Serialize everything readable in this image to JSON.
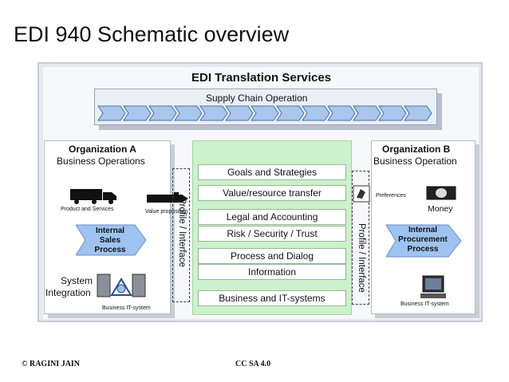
{
  "slide": {
    "title": "EDI 940 Schematic overview",
    "footer_left": "© RAGINI JAIN",
    "footer_center": "CC SA 4.0"
  },
  "diagram": {
    "title": "EDI Translation Services",
    "supply_chain_label": "Supply Chain Operation",
    "org_a": {
      "title": "Organization A",
      "subtitle": "Business Operations",
      "product_label": "Product and Services",
      "value_label": "Value proposition",
      "process_line1": "Internal",
      "process_line2": "Sales",
      "process_line3": "Process",
      "system_line1": "System",
      "system_line2": "Integration",
      "it_label": "Business IT-system"
    },
    "org_b": {
      "title": "Organization B",
      "subtitle": "Business Operation",
      "preferences_label": "Preferences",
      "money_label": "Money",
      "process_line1": "Internal",
      "process_line2": "Procurement",
      "process_line3": "Process",
      "it_label": "Business IT-system"
    },
    "profile_label": "Profile / Interface",
    "layers": [
      "Goals and Strategies",
      "Value/resource transfer",
      "Legal and Accounting",
      "Risk / Security / Trust",
      "Process and Dialog",
      "Information",
      "Business and IT-systems"
    ],
    "colors": {
      "center_green": "#ccf2cc",
      "arrow_blue": "#9ec3f0",
      "frame_gray": "#e6e9ef"
    }
  }
}
